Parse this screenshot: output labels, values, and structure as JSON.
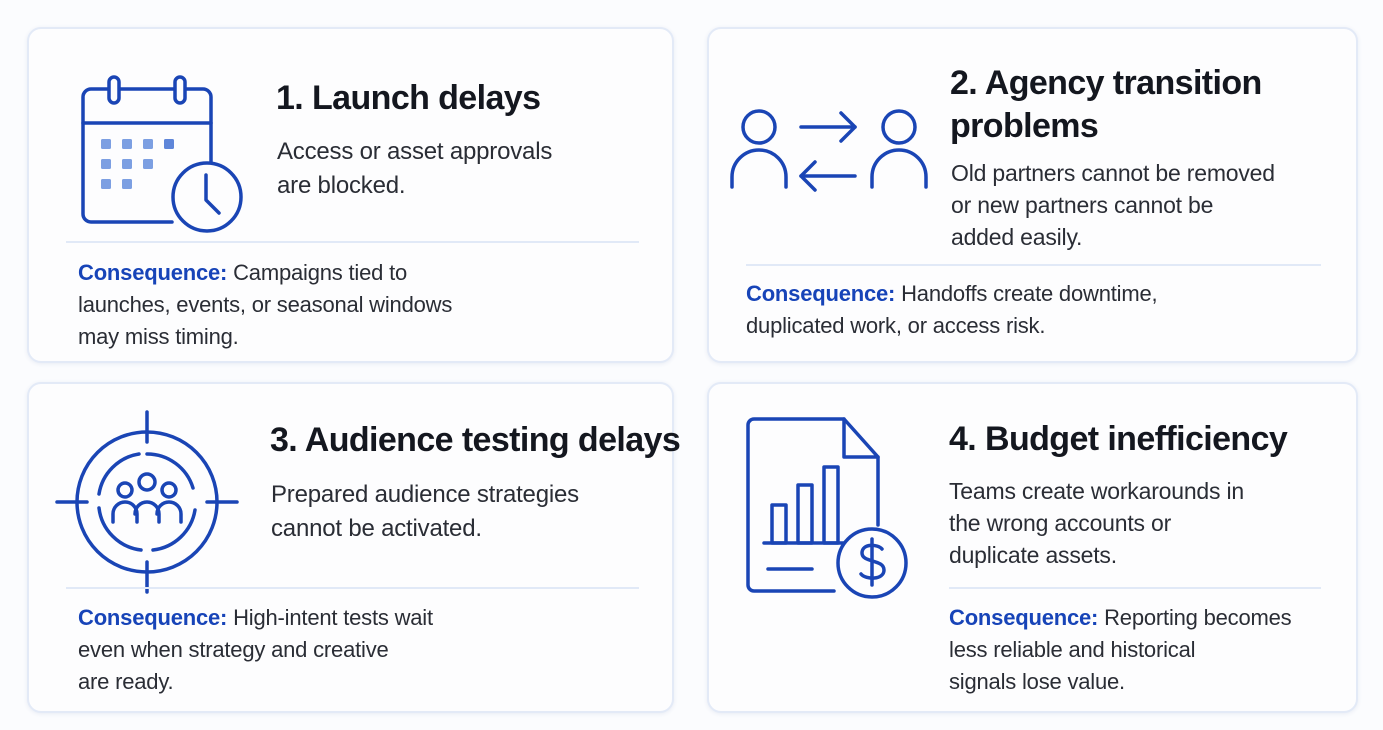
{
  "colors": {
    "accent": "#1744b8",
    "icon_stroke": "#1a45b5",
    "icon_fill_light": "#6f95e0",
    "title": "#14171f",
    "body_text": "#2a2d35",
    "card_border": "#e3eaf7",
    "divider": "#e1e9f7",
    "background": "#fbfcfe"
  },
  "cards": [
    {
      "icon": "calendar-clock-icon",
      "title": "1. Launch delays",
      "description_lines": [
        "Access or asset approvals",
        "are blocked."
      ],
      "consequence_label": "Consequence:",
      "consequence_lines": [
        "Campaigns tied to",
        "launches, events, or seasonal windows",
        "may miss timing."
      ]
    },
    {
      "icon": "people-swap-icon",
      "title_lines": [
        "2. Agency transition",
        "problems"
      ],
      "description_lines": [
        "Old partners cannot be removed",
        "or new partners cannot be",
        "added easily."
      ],
      "consequence_label": "Consequence:",
      "consequence_lines": [
        "Handoffs create downtime,",
        "duplicated work, or access risk."
      ]
    },
    {
      "icon": "audience-target-icon",
      "title": "3. Audience testing delays",
      "description_lines": [
        "Prepared audience strategies",
        "cannot be activated."
      ],
      "consequence_label": "Consequence:",
      "consequence_lines": [
        "High-intent tests wait",
        "even when strategy and creative",
        "are ready."
      ]
    },
    {
      "icon": "budget-report-icon",
      "title": "4. Budget inefficiency",
      "description_lines": [
        "Teams create workarounds in",
        "the wrong accounts or",
        "duplicate assets."
      ],
      "consequence_label": "Consequence:",
      "consequence_lines": [
        "Reporting becomes",
        "less reliable and historical",
        "signals lose value."
      ]
    }
  ]
}
